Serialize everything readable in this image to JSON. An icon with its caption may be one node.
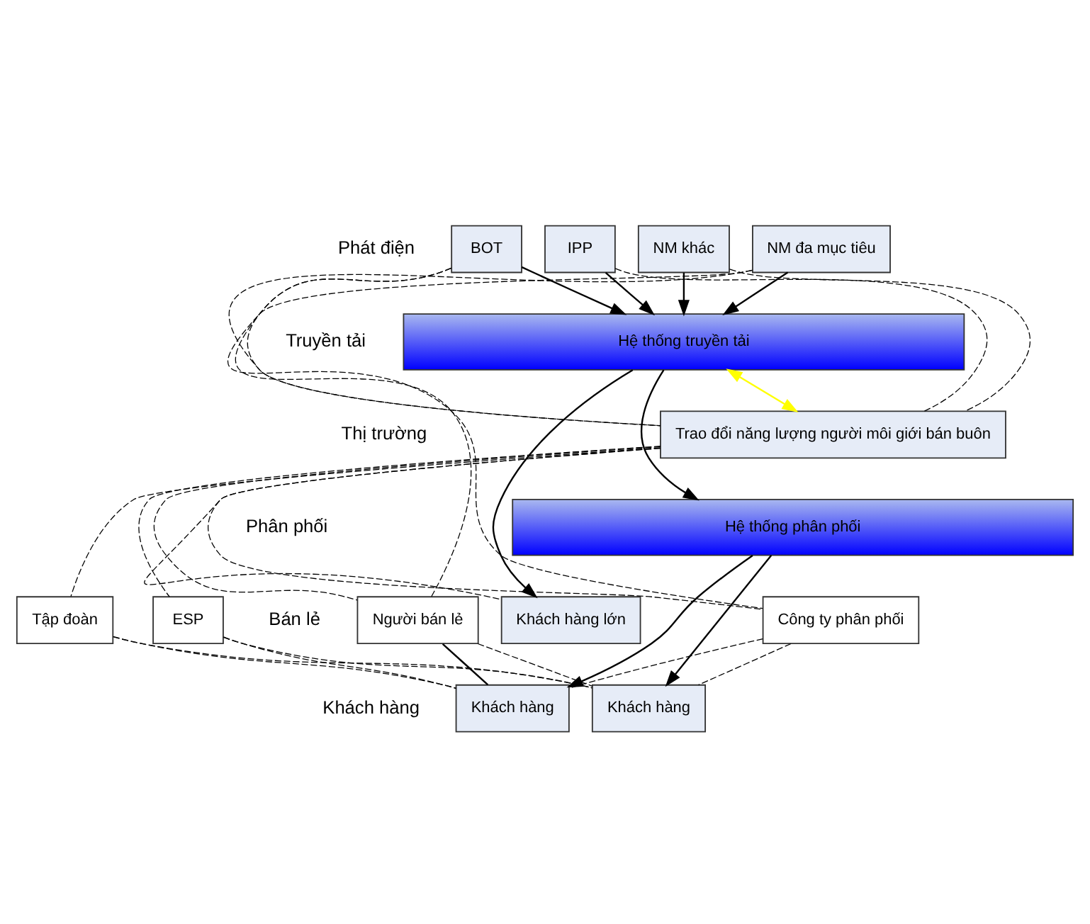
{
  "diagram": {
    "nodes": [
      {
        "text": [
          "NM đa mục tiêu"
        ]
      },
      {
        "text": [
          "IPP"
        ]
      },
      {
        "text": [
          "BOT"
        ]
      },
      {
        "text": [
          "NM khác"
        ]
      },
      {
        "text": [
          "Hệ thống truyền tải"
        ]
      },
      {
        "text": [
          "Trao đổi năng lượng người môi giới bán buôn"
        ]
      },
      {
        "text": [
          "Hệ thống phân phối"
        ]
      },
      {
        "text": [
          "Công ty phân phối"
        ]
      },
      {
        "text": [
          "Tập đoàn"
        ]
      },
      {
        "text": [
          "ESP"
        ]
      },
      {
        "text": [
          "Người bán lẻ"
        ]
      },
      {
        "text": [
          "Khách hàng lớn"
        ]
      },
      {
        "text": [
          "Khách hàng"
        ]
      },
      {
        "text": [
          "Khách hàng"
        ]
      }
    ],
    "edges": [
      {
        "from": 0,
        "to": 4,
        "arrow": "to"
      },
      {
        "from": 1,
        "to": 4,
        "arrow": "to"
      },
      {
        "from": 2,
        "to": 4,
        "arrow": "to"
      },
      {
        "from": 3,
        "to": 4,
        "arrow": "to"
      },
      {
        "from": 4,
        "to": 5,
        "arrow": "both",
        "color": "#ffff00"
      },
      {
        "from": 4,
        "to": 6,
        "arrow": "to"
      },
      {
        "from": 4,
        "to": 11,
        "arrow": "to"
      },
      {
        "from": 6,
        "to": 12,
        "arrow": "to"
      },
      {
        "from": 6,
        "to": 13,
        "arrow": "to"
      },
      {
        "from": 10,
        "to": 13,
        "arrow": "none"
      },
      {
        "from": 0,
        "to": 5,
        "arrow": "none",
        "style": "dashed"
      },
      {
        "from": 1,
        "to": 5,
        "arrow": "none",
        "style": "dashed"
      },
      {
        "from": 2,
        "to": 5,
        "arrow": "none",
        "style": "dashed"
      },
      {
        "from": 3,
        "to": 5,
        "arrow": "none",
        "style": "dashed"
      },
      {
        "from": 5,
        "to": 7,
        "arrow": "none",
        "style": "dashed"
      },
      {
        "from": 5,
        "to": 8,
        "arrow": "none",
        "style": "dashed"
      },
      {
        "from": 5,
        "to": 9,
        "arrow": "none",
        "style": "dashed"
      },
      {
        "from": 5,
        "to": 10,
        "arrow": "none",
        "style": "dashed"
      },
      {
        "from": 5,
        "to": 11,
        "arrow": "none",
        "style": "dashed"
      },
      {
        "from": 2,
        "to": 10,
        "arrow": "none",
        "style": "dashed"
      },
      {
        "from": 0,
        "to": 7,
        "arrow": "none",
        "style": "dashed"
      },
      {
        "from": 7,
        "to": 12,
        "arrow": "none",
        "style": "dashed"
      },
      {
        "from": 7,
        "to": 13,
        "arrow": "none",
        "style": "dashed"
      },
      {
        "from": 8,
        "to": 12,
        "arrow": "none",
        "style": "dashed"
      },
      {
        "from": 8,
        "to": 13,
        "arrow": "none",
        "style": "dashed"
      },
      {
        "from": 9,
        "to": 12,
        "arrow": "none",
        "style": "dashed"
      },
      {
        "from": 9,
        "to": 13,
        "arrow": "none",
        "style": "dashed"
      },
      {
        "from": 10,
        "to": 12,
        "arrow": "none",
        "style": "dashed"
      }
    ],
    "labels": [
      "Phát điện",
      "Truyền tải",
      "Thị trường",
      "Phân phối",
      "Bán lẻ",
      "Khách hàng"
    ]
  }
}
